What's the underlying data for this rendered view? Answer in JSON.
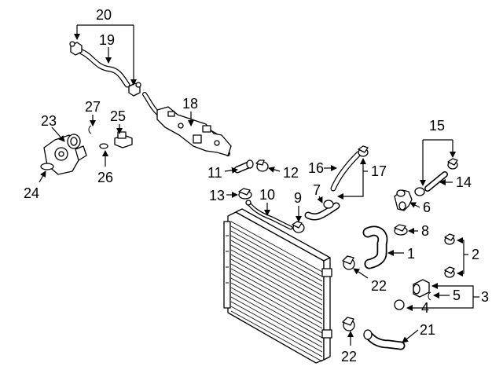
{
  "callouts": {
    "c1": "1",
    "c2": "2",
    "c3": "3",
    "c4": "4",
    "c5": "5",
    "c6": "6",
    "c7": "7",
    "c8": "8",
    "c9": "9",
    "c10": "10",
    "c11": "11",
    "c12": "12",
    "c13": "13",
    "c14": "14",
    "c15": "15",
    "c16": "16",
    "c17": "17",
    "c18": "18",
    "c19": "19",
    "c20": "20",
    "c21": "21",
    "c22a": "22",
    "c22b": "22",
    "c23": "23",
    "c24": "24",
    "c25": "25",
    "c26": "26",
    "c27": "27"
  },
  "colors": {
    "line": "#000000",
    "background": "#ffffff"
  }
}
